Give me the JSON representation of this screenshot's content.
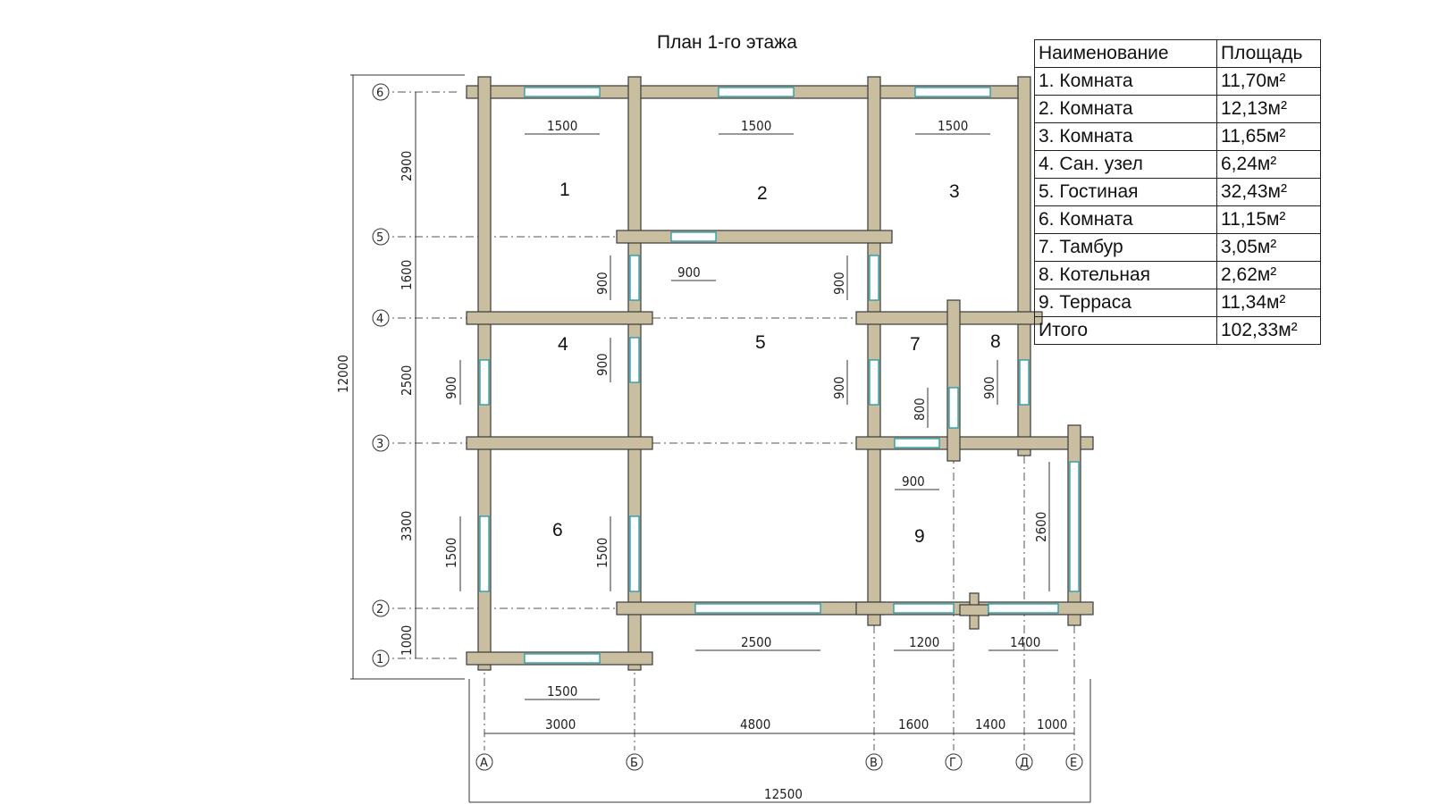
{
  "title": "План 1-го этажа",
  "table": {
    "headers": [
      "Наименование",
      "Площадь"
    ],
    "rows": [
      {
        "name": "1. Комната",
        "area": "11,70м²"
      },
      {
        "name": "2. Комната",
        "area": "12,13м²"
      },
      {
        "name": "3. Комната",
        "area": "11,65м²"
      },
      {
        "name": "4. Сан. узел",
        "area": "6,24м²"
      },
      {
        "name": "5. Гостиная",
        "area": "32,43м²"
      },
      {
        "name": "6. Комната",
        "area": "11,15м²"
      },
      {
        "name": "7. Тамбур",
        "area": "3,05м²"
      },
      {
        "name": "8. Котельная",
        "area": "2,62м²"
      },
      {
        "name": "9. Терраса",
        "area": "11,34м²"
      },
      {
        "name": "Итого",
        "area": "102,33м²"
      }
    ]
  },
  "rooms": [
    "1",
    "2",
    "3",
    "4",
    "5",
    "6",
    "7",
    "8",
    "9"
  ],
  "axes_horizontal": [
    "1",
    "2",
    "3",
    "4",
    "5",
    "6"
  ],
  "axes_vertical": [
    "А",
    "Б",
    "В",
    "Г",
    "Д",
    "Е"
  ],
  "dimensions": {
    "overall_height": "12000",
    "overall_width": "12500",
    "rows": [
      "2900",
      "1600",
      "2500",
      "3300",
      "1000"
    ],
    "columns": [
      "3000",
      "4800",
      "1600",
      "1400",
      "1000"
    ],
    "windows": {
      "top_1": "1500",
      "top_2": "1500",
      "top_3": "1500",
      "door_5_2": "900",
      "door_1_5": "900",
      "door_3_5": "900",
      "door_4_5": "900",
      "win_4_left": "900",
      "door_5_7": "900",
      "door_7_8": "800",
      "win_8": "900",
      "door_7_9": "900",
      "win_6_left": "1500",
      "door_6_5": "1500",
      "terrace_side": "2600",
      "bottom_5": "2500",
      "bottom_9a": "1200",
      "bottom_9b": "1400",
      "bottom_6": "1500"
    }
  },
  "colors": {
    "wall_fill": "#c9bea0",
    "window_stroke": "#1e9aa8"
  }
}
